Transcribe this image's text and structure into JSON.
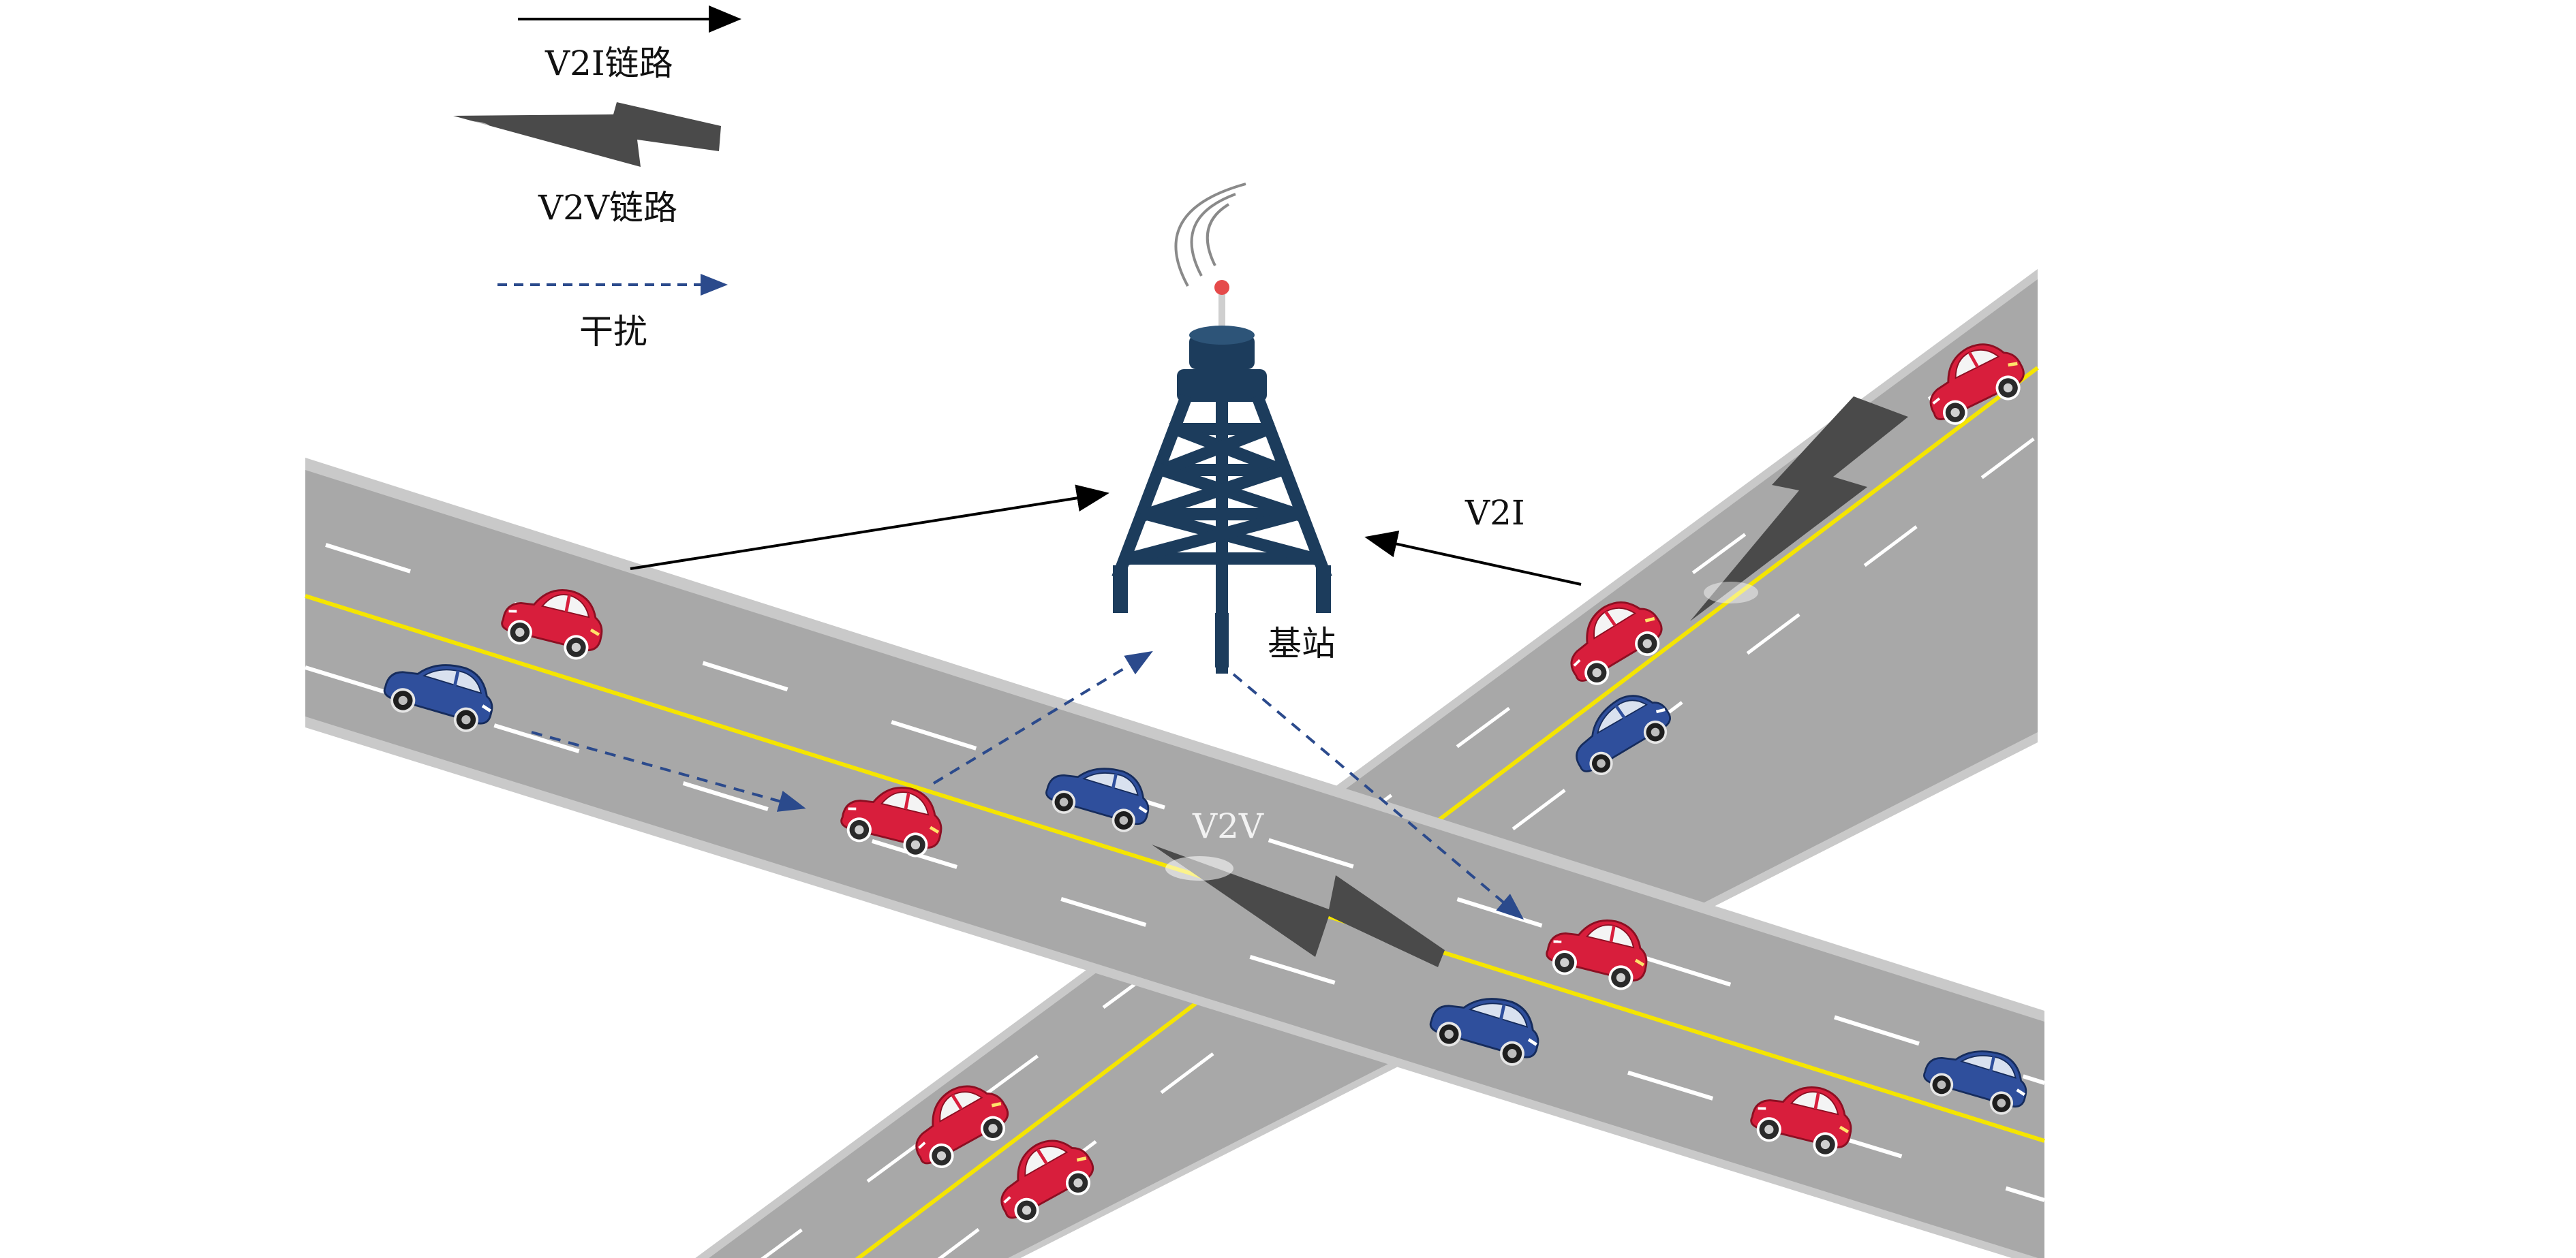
{
  "legend": {
    "v2i_link": "V2I链路",
    "v2v_link": "V2V链路",
    "interference": "干扰"
  },
  "labels": {
    "base_station": "基站",
    "v2i": "V2I",
    "v2v": "V2V"
  },
  "colors": {
    "road": "#a8a8a8",
    "road_edge": "#c9c9c9",
    "center_line": "#f5e500",
    "lane_mark": "#ffffff",
    "red_car": "#d81e3c",
    "blue_car": "#2f4f9c",
    "tower": "#1c3c5c",
    "v2i_arrow": "#000000",
    "interference_arrow": "#2b4a8c",
    "bolt": "#4a4a4a"
  },
  "icons": [
    "arrow-icon",
    "lightning-bolt-icon",
    "dashed-arrow-icon",
    "tower-icon",
    "red-car-icon",
    "blue-car-icon",
    "signal-waves-icon"
  ]
}
